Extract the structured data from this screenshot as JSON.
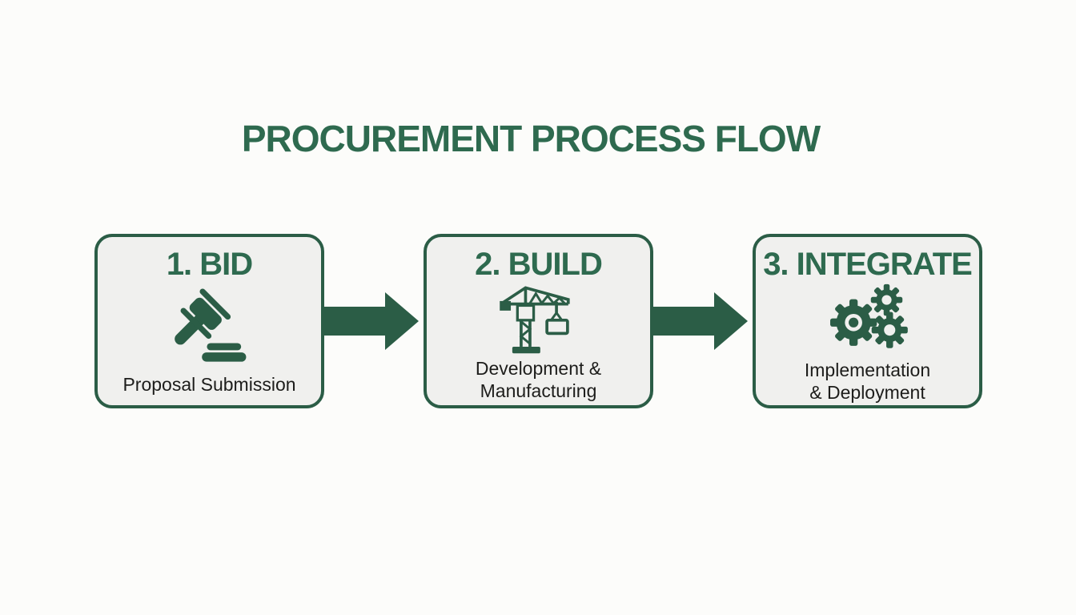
{
  "title": "PROCUREMENT PROCESS FLOW",
  "steps": [
    {
      "heading": "1. BID",
      "icon": "gavel-icon",
      "caption_lines": [
        "Proposal Submission"
      ]
    },
    {
      "heading": "2. BUILD",
      "icon": "crane-icon",
      "caption_lines": [
        "Development &",
        "Manufacturing"
      ]
    },
    {
      "heading": "3. INTEGRATE",
      "icon": "gears-icon",
      "caption_lines": [
        "Implementation",
        "& Deployment"
      ]
    }
  ],
  "colors": {
    "accent_green": "#2b5d46",
    "title_green": "#2e6a4f",
    "box_background": "#f0f0ee",
    "page_background": "#fcfcfa",
    "caption_text": "#1d1d1b"
  }
}
